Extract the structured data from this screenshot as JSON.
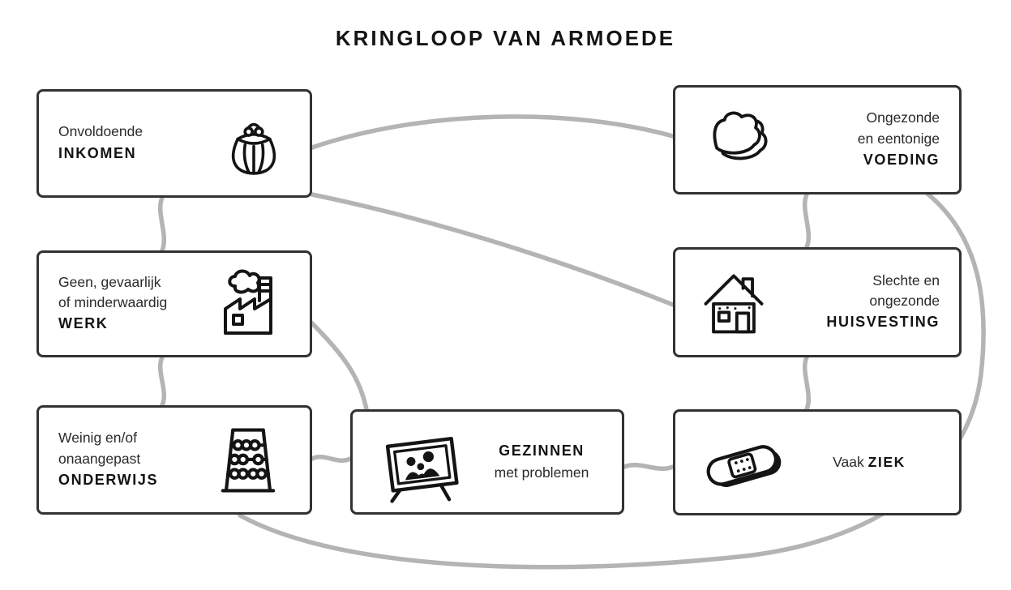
{
  "title": "KRINGLOOP VAN ARMOEDE",
  "colors": {
    "connector": "#b4b4b4",
    "box_border": "#323232",
    "background": "#ffffff",
    "ink": "#141414"
  },
  "nodes": {
    "inkomen": {
      "lines": [
        "Onvoldoende"
      ],
      "keyword": "INKOMEN",
      "icon": "purse-icon"
    },
    "voeding": {
      "lines": [
        "Ongezonde",
        "en eentonige"
      ],
      "keyword": "VOEDING",
      "icon": "bread-icon"
    },
    "werk": {
      "lines": [
        "Geen, gevaarlijk",
        "of minderwaardig"
      ],
      "keyword": "WERK",
      "icon": "factory-icon"
    },
    "huisvesting": {
      "lines": [
        "Slechte en",
        "ongezonde"
      ],
      "keyword": "HUISVESTING",
      "icon": "house-icon"
    },
    "onderwijs": {
      "lines": [
        "Weinig en/of",
        "onaangepast"
      ],
      "keyword": "ONDERWIJS",
      "icon": "abacus-icon"
    },
    "gezinnen": {
      "keyword": "GEZINNEN",
      "lines": [
        "met problemen"
      ],
      "icon": "family-photo-icon"
    },
    "ziek": {
      "prefix": "Vaak",
      "keyword": "ZIEK",
      "icon": "bandage-icon"
    }
  }
}
